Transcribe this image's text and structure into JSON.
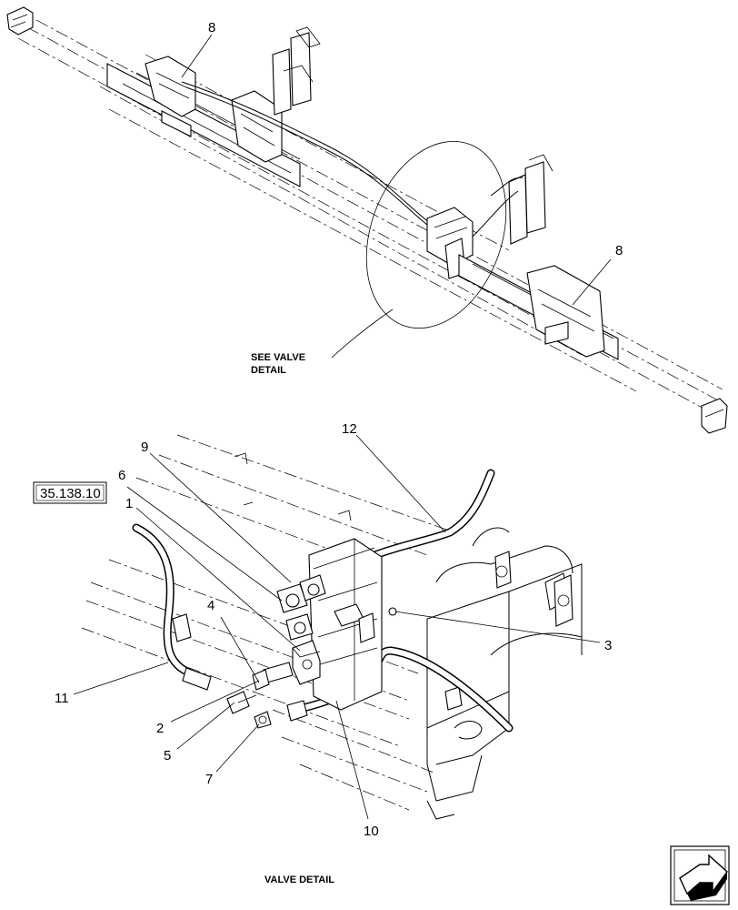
{
  "labels": {
    "c8_top": "8",
    "c8_right": "8",
    "see_valve_line1": "SEE VALVE",
    "see_valve_line2": "DETAIL",
    "ref_box": "35.138.10",
    "c12": "12",
    "c9": "9",
    "c6": "6",
    "c1": "1",
    "c4": "4",
    "c3": "3",
    "c11": "11",
    "c2": "2",
    "c5": "5",
    "c7": "7",
    "c10": "10",
    "valve_detail": "VALVE DETAIL"
  },
  "icons": {
    "nav": "next-page-arrow-icon"
  }
}
